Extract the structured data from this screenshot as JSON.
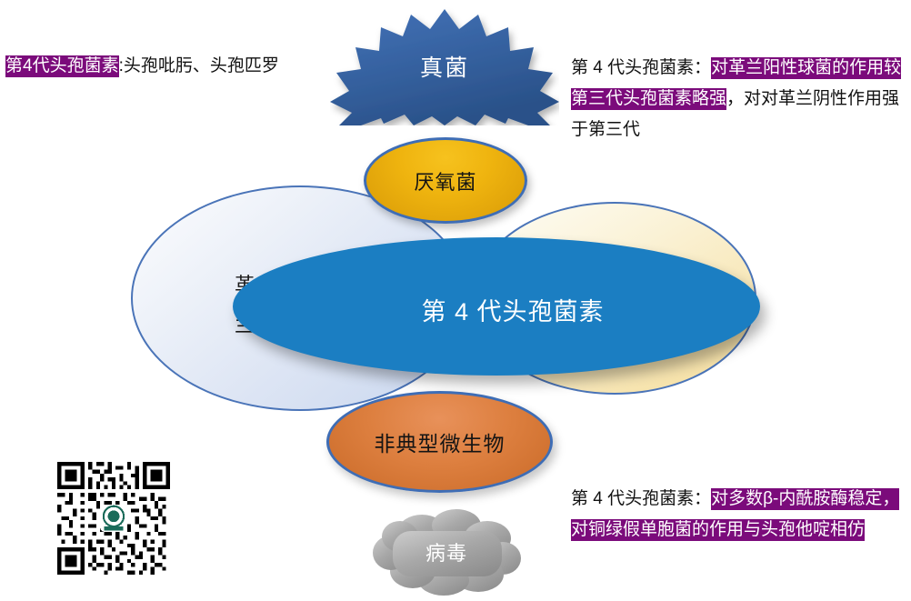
{
  "diagram": {
    "center": {
      "label": "第 4 代头孢菌素"
    },
    "nodes": {
      "fungi": "真菌",
      "anaerobe": "厌氧菌",
      "atypical": "非典型微生物",
      "virus": "病毒"
    },
    "hidden_label": "革\n兰"
  },
  "notes": {
    "left": {
      "highlight": "第4代头孢菌素",
      "rest": ":头孢吡肟、头孢匹罗"
    },
    "top_right": {
      "prefix": "第 4 代头孢菌素：",
      "highlight": "对革兰阳性球菌的作用较第三代头孢菌素略强",
      "suffix": "，对对革兰阴性作用强于第三代"
    },
    "bottom_right": {
      "prefix": "第 4 代头孢菌素：",
      "highlight": "对多数β-内酰胺酶稳定，对铜绿假单胞菌的作用与头孢他啶相仿"
    }
  },
  "colors": {
    "highlight_purple": "#7B0B7B",
    "center_blue": "#1B7EC2",
    "outline_blue": "#4A74B8",
    "gold": "#EFB40F",
    "orange": "#DD7F3F",
    "gray": "#9C9C9C",
    "starburst_blue": "#31599F"
  }
}
